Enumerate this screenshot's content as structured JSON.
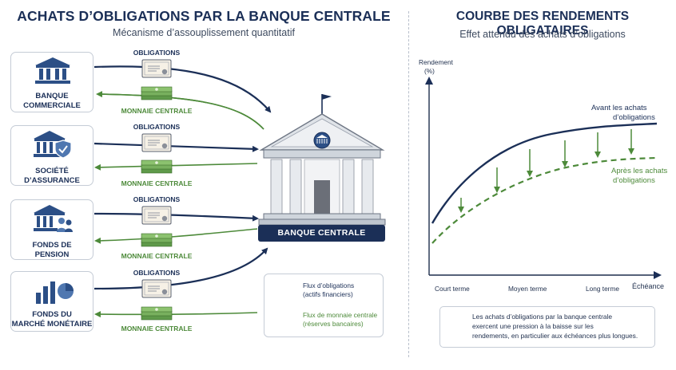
{
  "left_panel": {
    "title": "ACHATS D’OBLIGATIONS PAR LA BANQUE CENTRALE",
    "subtitle": "Mécanisme d’assouplissement quantitatif",
    "institutions": [
      {
        "name": "BANQUE COMMERCIALE",
        "line1": "BANQUE",
        "line2": "COMMERCIALE",
        "icon": "bank-icon"
      },
      {
        "name": "SOCIÉTÉ D’ASSURANCE",
        "line1": "SOCIÉTÉ",
        "line2": "D’ASSURANCE",
        "icon": "insurance-icon"
      },
      {
        "name": "FONDS DE PENSION",
        "line1": "FONDS DE",
        "line2": "PENSION",
        "icon": "pension-fund-icon"
      },
      {
        "name": "FONDS DU MARCHÉ MONÉTAIRE",
        "line1": "FONDS DU",
        "line2": "MARCHÉ MONÉTAIRE",
        "icon": "money-market-fund-icon"
      }
    ],
    "bond_flow_label": "OBLIGATIONS",
    "money_flow_label": "MONNAIE CENTRALE",
    "central_bank_label": "BANQUE CENTRALE",
    "legend": {
      "bond_line1": "Flux d’obligations",
      "bond_line2": "(actifs financiers)",
      "money_line1": "Flux de monnaie centrale",
      "money_line2": "(réserves bancaires)"
    }
  },
  "right_panel": {
    "title": "COURBE DES RENDEMENTS OBLIGATAIRES",
    "subtitle": "Effet attendu des achats d’obligations",
    "y_axis_label_line1": "Rendement",
    "y_axis_label_line2": "(%)",
    "x_axis_label": "Échéance",
    "x_ticks": [
      "Court terme",
      "Moyen terme",
      "Long terme"
    ],
    "before_label_line1": "Avant les achats",
    "before_label_line2": "d’obligations",
    "after_label_line1": "Après les achats",
    "after_label_line2": "d’obligations",
    "note_line1": "Les achats d’obligations par la banque centrale",
    "note_line2": "exercent une pression à la baisse sur les",
    "note_line3": "rendements, en particulier aux échéances plus longues."
  },
  "colors": {
    "navy": "#1b2f57",
    "green": "#4d8a3a",
    "bank_blue": "#2c4f86"
  }
}
